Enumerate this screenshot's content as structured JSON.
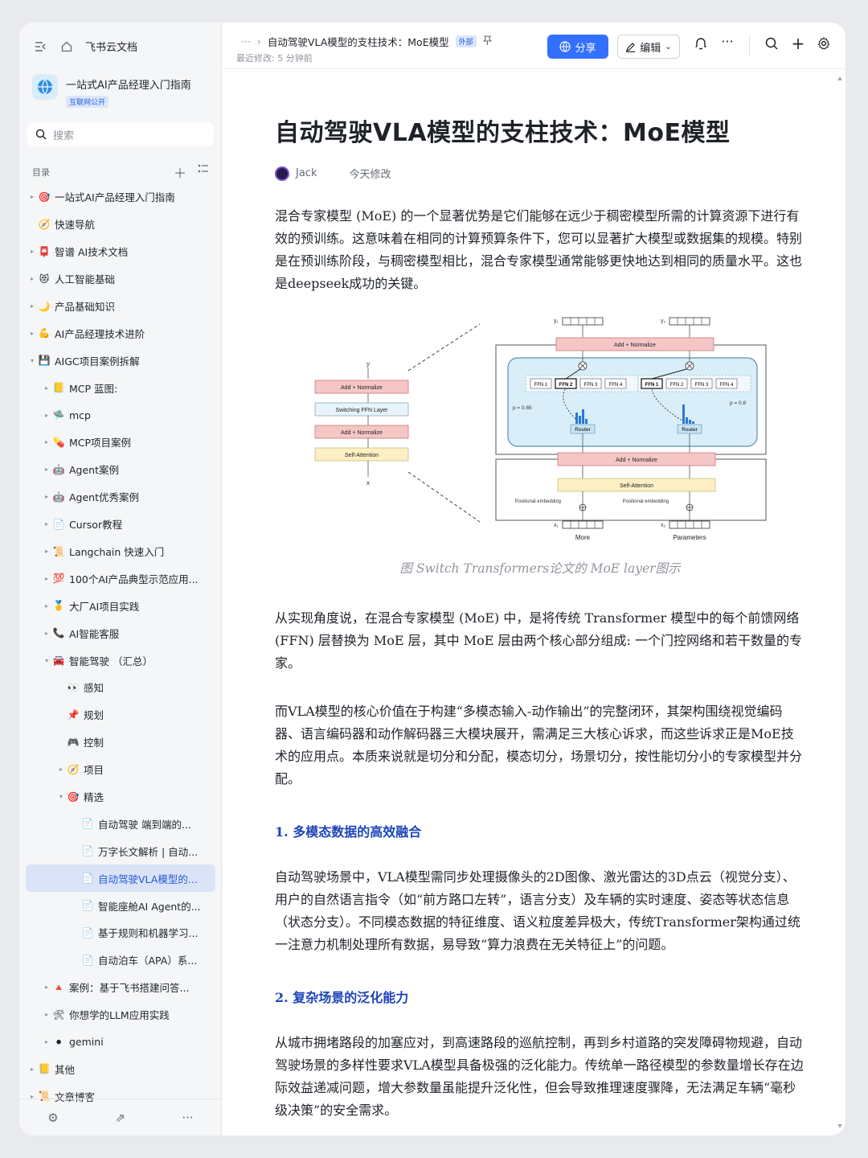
{
  "sidebar": {
    "home_label": "飞书云文档",
    "space_name": "一站式AI产品经理入门指南",
    "space_tag": "互联网公开",
    "search_placeholder": "搜索",
    "toc_label": "目录",
    "items": [
      {
        "label": "一站式AI产品经理入门指南",
        "emoji": "🎯",
        "depth": 0,
        "arrow": "▸"
      },
      {
        "label": "快速导航",
        "emoji": "🧭",
        "depth": 0,
        "arrow": ""
      },
      {
        "label": "智谱 AI技术文档",
        "emoji": "📮",
        "depth": 0,
        "arrow": "▸"
      },
      {
        "label": "人工智能基础",
        "emoji": "😻",
        "depth": 0,
        "arrow": "▸"
      },
      {
        "label": "产品基础知识",
        "emoji": "🌙",
        "depth": 0,
        "arrow": "▸"
      },
      {
        "label": "AI产品经理技术进阶",
        "emoji": "💪",
        "depth": 0,
        "arrow": "▸"
      },
      {
        "label": "AIGC项目案例拆解",
        "emoji": "💾",
        "depth": 0,
        "arrow": "▾"
      },
      {
        "label": "MCP 蓝图:",
        "emoji": "📒",
        "depth": 1,
        "arrow": "▸"
      },
      {
        "label": "mcp",
        "emoji": "🛸",
        "depth": 1,
        "arrow": "▸"
      },
      {
        "label": "MCP项目案例",
        "emoji": "💊",
        "depth": 1,
        "arrow": "▸"
      },
      {
        "label": "Agent案例",
        "emoji": "🤖",
        "depth": 1,
        "arrow": "▸"
      },
      {
        "label": "Agent优秀案例",
        "emoji": "🤖",
        "depth": 1,
        "arrow": "▸"
      },
      {
        "label": "Cursor教程",
        "emoji": "📄",
        "depth": 1,
        "arrow": "▸"
      },
      {
        "label": "Langchain 快速入门",
        "emoji": "📜",
        "depth": 1,
        "arrow": "▸"
      },
      {
        "label": "100个AI产品典型示范应用...",
        "emoji": "💯",
        "depth": 1,
        "arrow": "▸"
      },
      {
        "label": "大厂AI项目实践",
        "emoji": "🥇",
        "depth": 1,
        "arrow": "▸"
      },
      {
        "label": "AI智能客服",
        "emoji": "📞",
        "depth": 1,
        "arrow": "▸"
      },
      {
        "label": "智能驾驶 （汇总）",
        "emoji": "🚘",
        "depth": 1,
        "arrow": "▾"
      },
      {
        "label": "感知",
        "emoji": "👀",
        "depth": 2,
        "arrow": ""
      },
      {
        "label": "规划",
        "emoji": "📌",
        "depth": 2,
        "arrow": ""
      },
      {
        "label": "控制",
        "emoji": "🎮",
        "depth": 2,
        "arrow": ""
      },
      {
        "label": "项目",
        "emoji": "🧭",
        "depth": 2,
        "arrow": "▸"
      },
      {
        "label": "精选",
        "emoji": "🎯",
        "depth": 2,
        "arrow": "▾"
      },
      {
        "label": "自动驾驶 端到端的...",
        "emoji": "📄",
        "depth": 3,
        "arrow": ""
      },
      {
        "label": "万字长文解析 | 自动...",
        "emoji": "📄",
        "depth": 3,
        "arrow": ""
      },
      {
        "label": "自动驾驶VLA模型的...",
        "emoji": "📄",
        "depth": 3,
        "arrow": "",
        "active": true
      },
      {
        "label": "智能座舱AI Agent的...",
        "emoji": "📄",
        "depth": 3,
        "arrow": ""
      },
      {
        "label": "基于规则和机器学习...",
        "emoji": "📄",
        "depth": 3,
        "arrow": ""
      },
      {
        "label": "自动泊车（APA）系...",
        "emoji": "📄",
        "depth": 3,
        "arrow": ""
      },
      {
        "label": "案例：基于飞书搭建问答...",
        "emoji": "🔺",
        "depth": 1,
        "arrow": "▸"
      },
      {
        "label": "你想学的LLM应用实践",
        "emoji": "🛠",
        "depth": 1,
        "arrow": "▸"
      },
      {
        "label": "gemini",
        "emoji": "⚫",
        "depth": 1,
        "arrow": "▸"
      },
      {
        "label": "其他",
        "emoji": "📒",
        "depth": 0,
        "arrow": "▸"
      },
      {
        "label": "文章博客",
        "emoji": "📜",
        "depth": 0,
        "arrow": "▸"
      }
    ]
  },
  "topbar": {
    "breadcrumb_more": "···",
    "doc_title": "自动驾驶VLA模型的支柱技术：MoE模型",
    "external_tag": "外部",
    "last_modified": "最近修改: 5 分钟前",
    "share_label": "分享",
    "edit_label": "编辑"
  },
  "doc": {
    "title": "自动驾驶VLA模型的支柱技术：MoE模型",
    "author": "Jack",
    "modified": "今天修改",
    "p1": "混合专家模型 (MoE) 的一个显著优势是它们能够在远少于稠密模型所需的计算资源下进行有效的预训练。这意味着在相同的计算预算条件下，您可以显著扩大模型或数据集的规模。特别是在预训练阶段，与稠密模型相比，混合专家模型通常能够更快地达到相同的质量水平。这也是deepseek成功的关键。",
    "figure": {
      "left_labels": [
        "y",
        "Add + Normalize",
        "Switching FFN Layer",
        "Add + Normalize",
        "Self-Attention",
        "x"
      ],
      "right_top": [
        "y₁",
        "y₂",
        "Add + Normalize"
      ],
      "ffn": [
        "FFN 1",
        "FFN 2",
        "FFN 3",
        "FFN 4"
      ],
      "p_left": "p = 0.65",
      "p_right": "p = 0.8",
      "router": "Router",
      "add_norm": "Add + Normalize",
      "self_attn": "Self-Attention",
      "pos_emb": "Positional embedding",
      "x1": "x₁",
      "x2": "x₂",
      "word1": "More",
      "word2": "Parameters"
    },
    "caption": "图 Switch Transformers论文的 MoE layer图示",
    "p2": "从实现角度说，在混合专家模型 (MoE) 中，是将传统 Transformer 模型中的每个前馈网络 (FFN) 层替换为 MoE 层，其中 MoE 层由两个核心部分组成: 一个门控网络和若干数量的专家。",
    "p3": "而VLA模型的核心价值在于构建“多模态输入-动作输出”的完整闭环，其架构围绕视觉编码器、语言编码器和动作解码器三大模块展开，需满足三大核心诉求，而这些诉求正是MoE技术的应用点。本质来说就是切分和分配，模态切分，场景切分，按性能切分小的专家模型并分配。",
    "h1": "1. 多模态数据的高效融合",
    "p4": "自动驾驶场景中，VLA模型需同步处理摄像头的2D图像、激光雷达的3D点云（视觉分支）、用户的自然语言指令（如“前方路口左转”，语言分支）及车辆的实时速度、姿态等状态信息（状态分支）。不同模态数据的特征维度、语义粒度差异极大，传统Transformer架构通过统一注意力机制处理所有数据，易导致“算力浪费在无关特征上”的问题。",
    "h2": "2. 复杂场景的泛化能力",
    "p5": "从城市拥堵路段的加塞应对，到高速路段的巡航控制，再到乡村道路的突发障碍物规避，自动驾驶场景的多样性要求VLA模型具备极强的泛化能力。传统单一路径模型的参数量增长存在边际效益递减问题，增大参数量虽能提升泛化性，但会导致推理速度骤降，无法满足车辆“毫秒级决策”的安全需求。"
  },
  "colors": {
    "accent": "#3370ff",
    "heading_blue": "#1d44b8",
    "active_bg": "#dbe3f7",
    "figure_red": "#f5c6c6",
    "figure_yellow": "#fbefc3",
    "figure_blue": "#d9eef8"
  }
}
